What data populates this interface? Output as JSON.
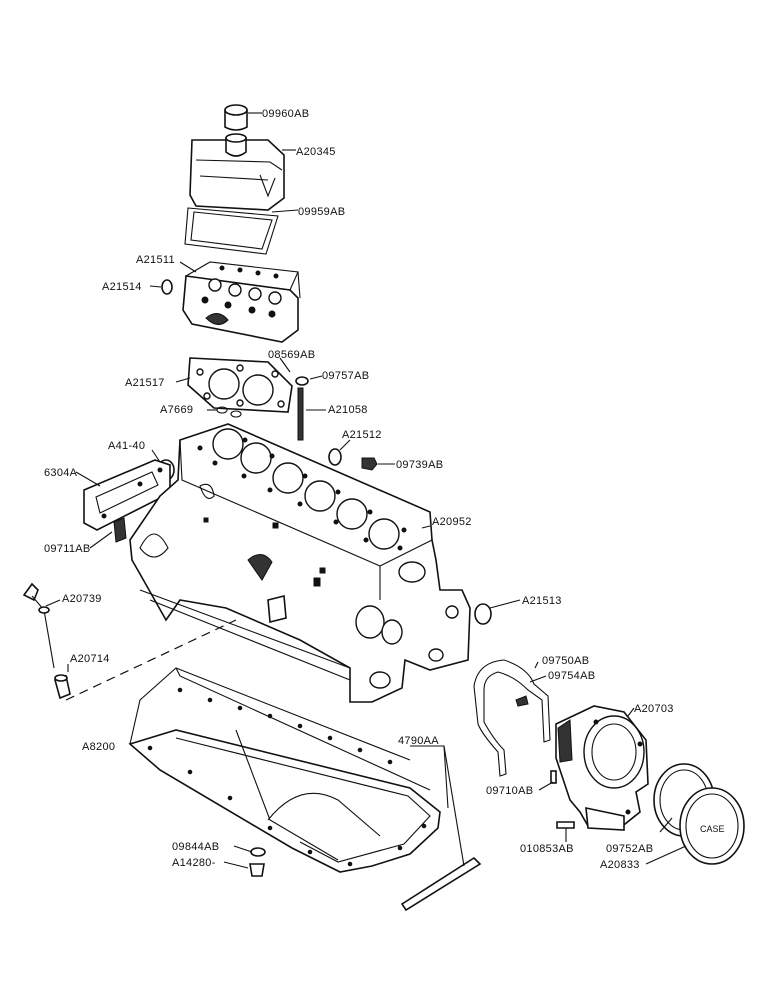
{
  "parts": {
    "p09960AB": "09960AB",
    "pA20345": "A20345",
    "p09959AB": "09959AB",
    "pA21511": "A21511",
    "pA21514": "A21514",
    "p08569AB": "08569AB",
    "pA21517": "A21517",
    "p09757AB": "09757AB",
    "pA7669": "A7669",
    "pA21058": "A21058",
    "pA21512": "A21512",
    "pA41_40": "A41-40",
    "p09739AB": "09739AB",
    "p6304A": "6304A",
    "pA20952": "A20952",
    "p09711AB": "09711AB",
    "pA20739": "A20739",
    "pA21513": "A21513",
    "pA20714": "A20714",
    "p09750AB": "09750AB",
    "p09754AB": "09754AB",
    "pA20703": "A20703",
    "p4790AA": "4790AA",
    "pA8200": "A8200",
    "p09710AB": "09710AB",
    "p09844AB": "09844AB",
    "pA14280": "A14280-",
    "p010853AB": "010853AB",
    "p09752AB": "09752AB",
    "pA20833": "A20833"
  }
}
